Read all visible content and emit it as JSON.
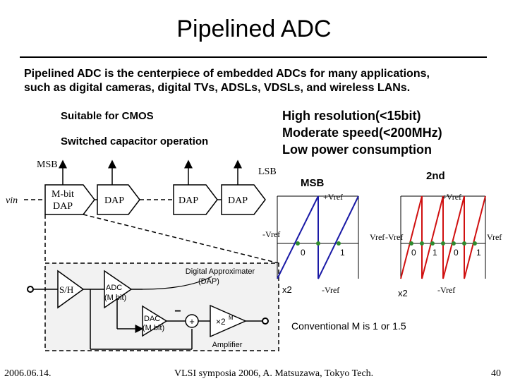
{
  "slide": {
    "title": "Pipelined ADC",
    "intro_line1": "Pipelined ADC is the centerpiece of embedded ADCs for many applications,",
    "intro_line2": "such as digital cameras, digital TVs, ADSLs, VDSLs, and wireless LANs.",
    "feature_cmos": "Suitable for CMOS",
    "feature_switched": "Switched capacitor operation",
    "advantages": [
      "High resolution(<15bit)",
      "Moderate speed(<200MHz)",
      "Low power consumption"
    ]
  },
  "pipeline": {
    "msb": "MSB",
    "lsb": "LSB",
    "vin": "vin",
    "stages": [
      "M-bit DAP",
      "DAP",
      "DAP",
      "DAP"
    ]
  },
  "stage_detail": {
    "sh": "S/H",
    "adc": "ADC (M bit)",
    "dac": "DAC (M bit)",
    "plus": "+",
    "minus": "−",
    "gain": "×2M",
    "dap_label_line1": "Digital Approximater",
    "dap_label_line2": "(DAP)",
    "amplifier": "Amplifier"
  },
  "transfer_plots": {
    "msb_title": "MSB",
    "second_title": "2nd",
    "plus_vref": "+Vref",
    "minus_vref": "-Vref",
    "vref": "Vref",
    "zero": "0",
    "one": "1",
    "x2": "x2",
    "note": "Conventional M is 1 or 1.5"
  },
  "colors": {
    "msb_curve": "#1a1aa6",
    "second_curve": "#d01010",
    "dots": "#2e8b2e",
    "panel_fill": "#f2f2f2"
  },
  "footer": {
    "date": "2006.06.14.",
    "venue": "VLSI symposia 2006,  A. Matsuzawa, Tokyo Tech.",
    "page": "40"
  }
}
